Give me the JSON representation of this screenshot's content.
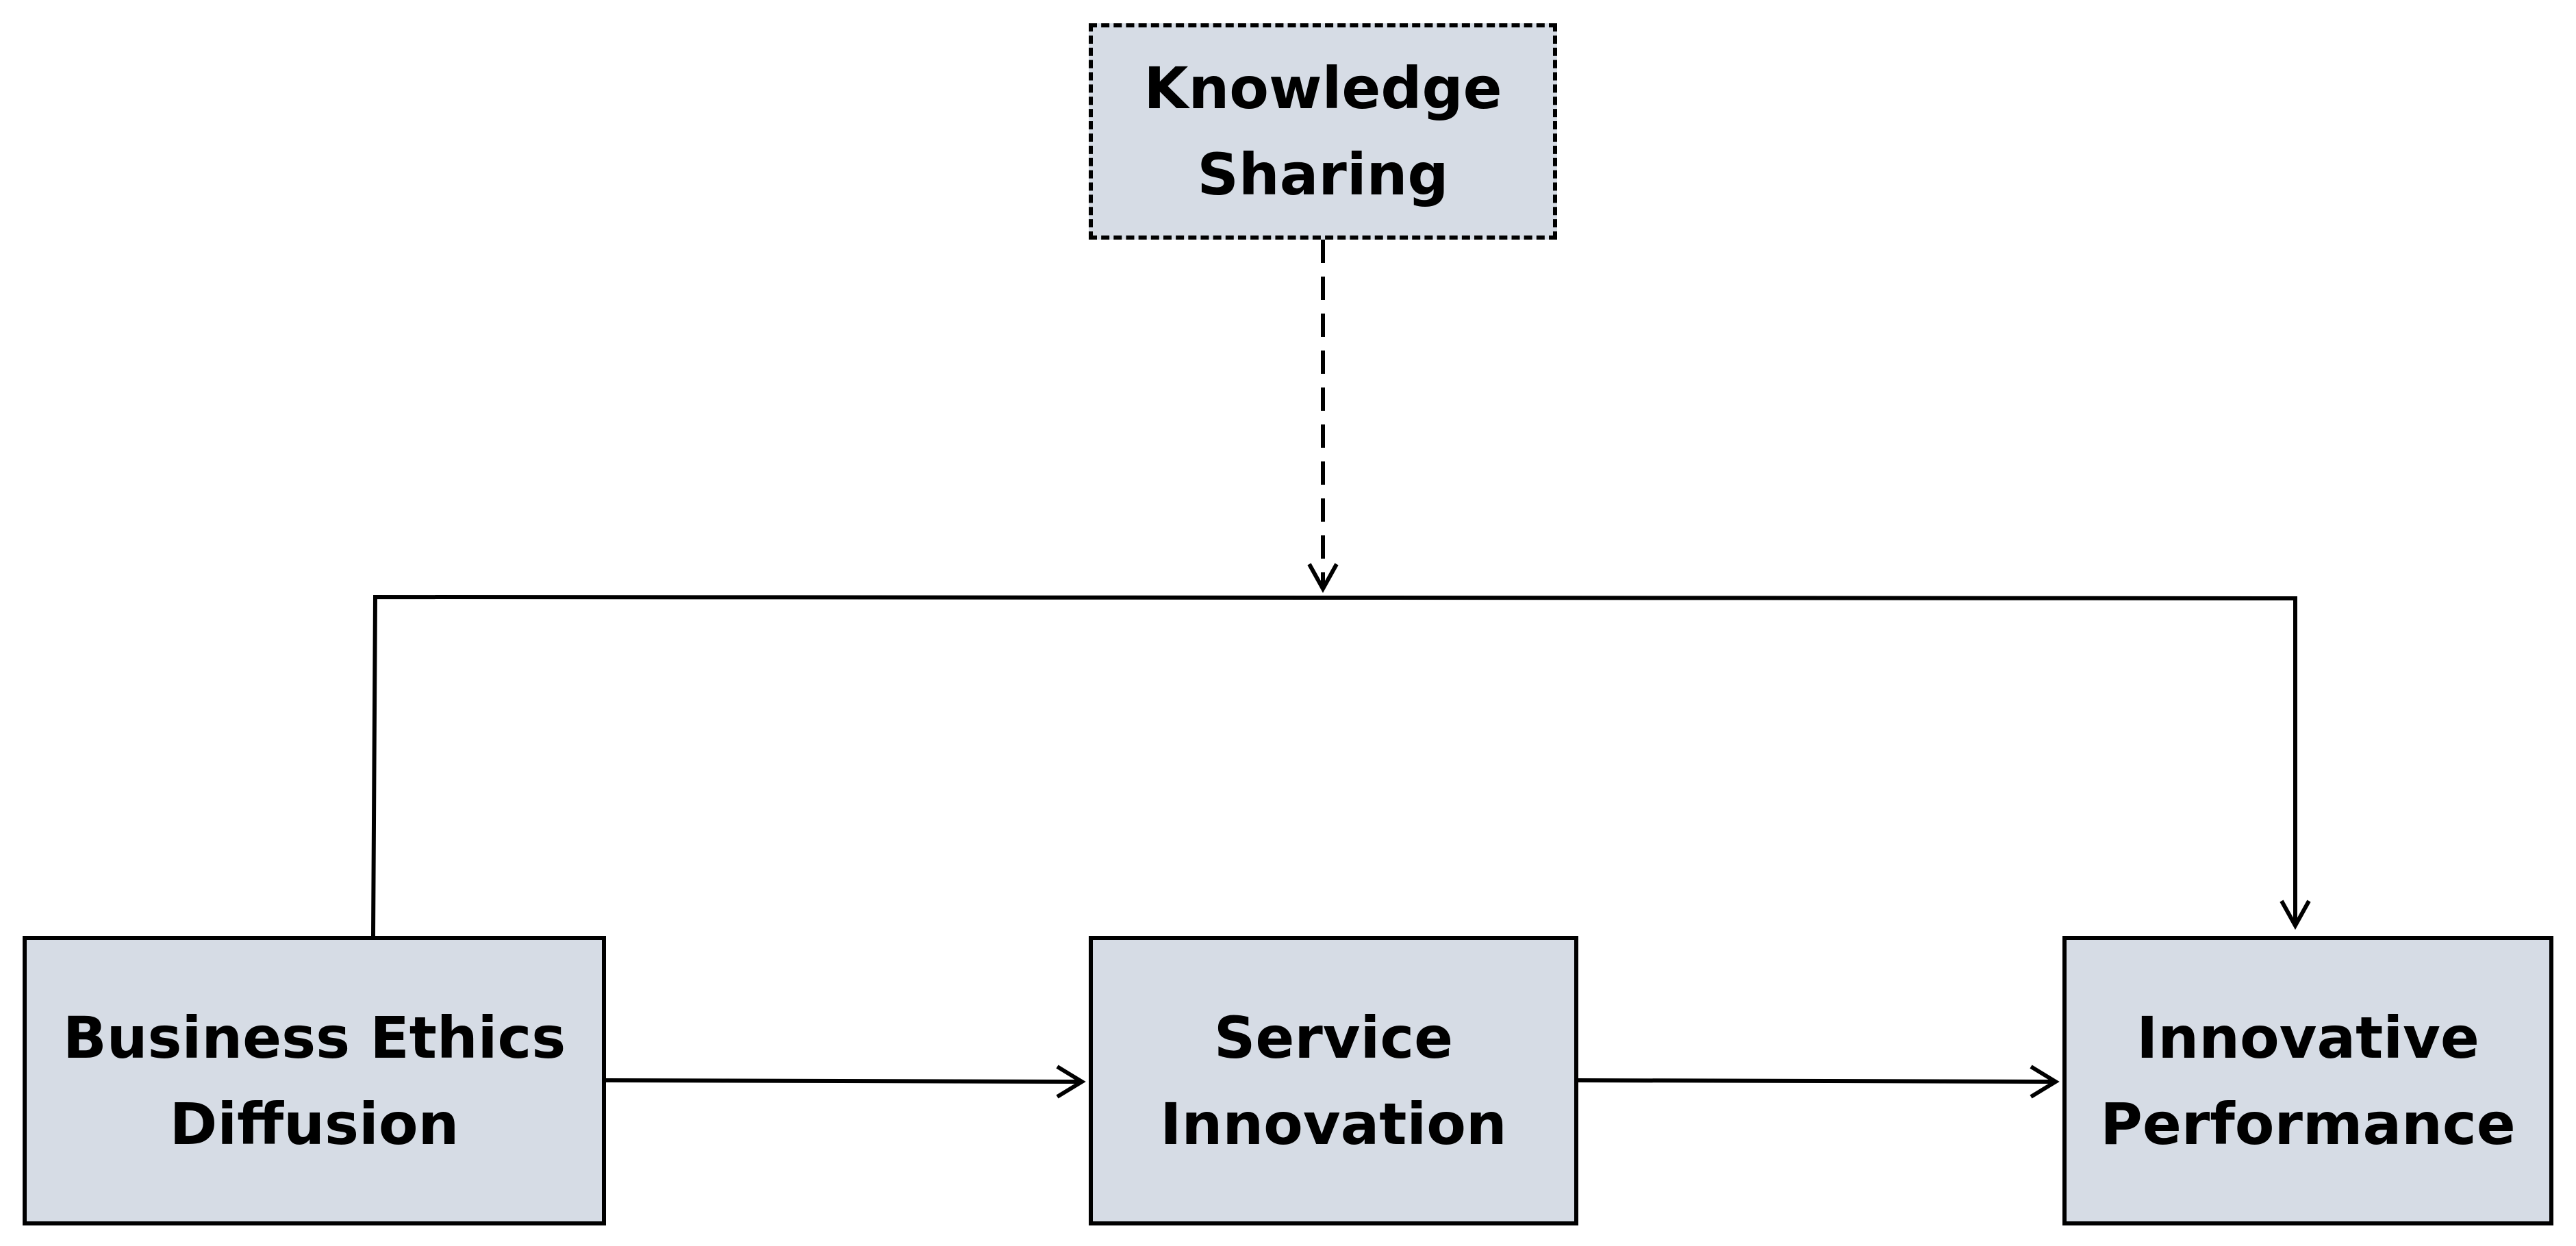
{
  "colors": {
    "box_fill": "#d6dce5",
    "stroke": "#000000",
    "background": "#ffffff"
  },
  "nodes": {
    "knowledge_sharing": {
      "line1": "Knowledge",
      "line2": "Sharing"
    },
    "business_ethics_diffusion": {
      "line1": "Business Ethics",
      "line2": "Diffusion"
    },
    "service_innovation": {
      "line1": "Service",
      "line2": "Innovation"
    },
    "innovative_performance": {
      "line1": "Innovative",
      "line2": "Performance"
    }
  }
}
